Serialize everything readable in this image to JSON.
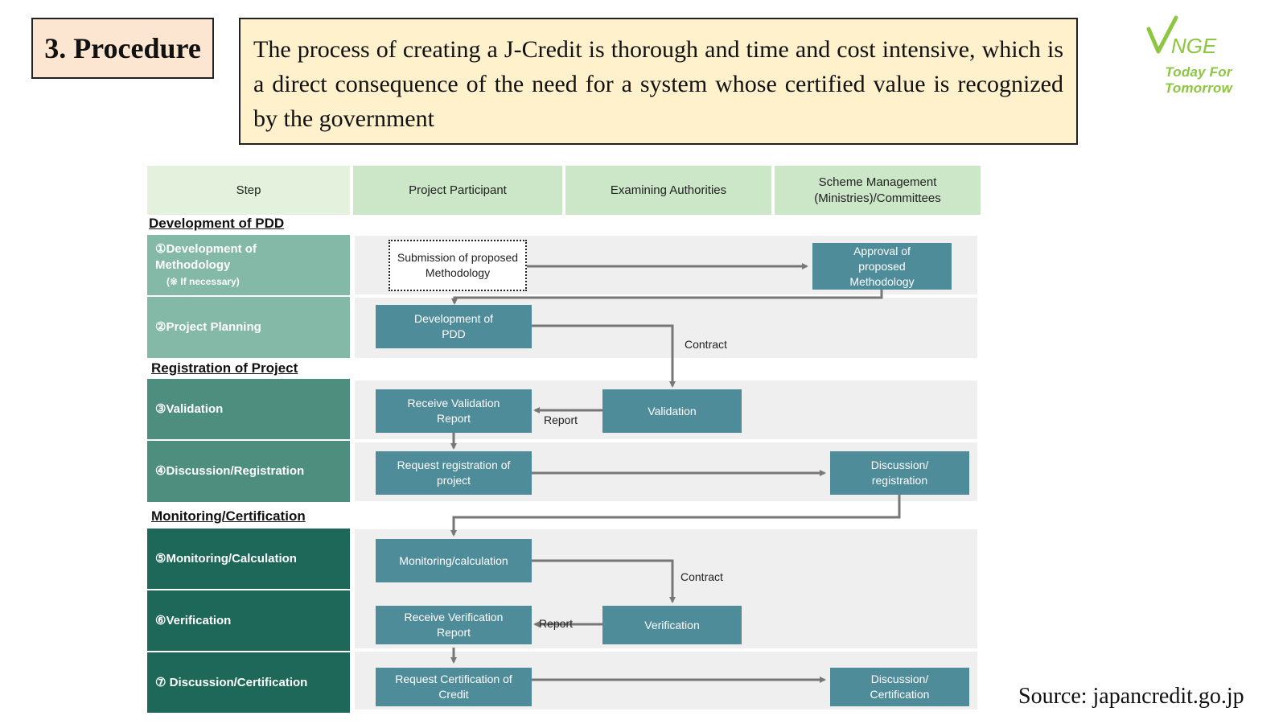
{
  "slide": {
    "title": "3. Procedure",
    "intro": "The process of creating a J-Credit is thorough and time and cost intensive, which is a direct consequence of the need for a system whose certified value is recognized by the government",
    "source": "Source: japancredit.go.jp"
  },
  "logo": {
    "wordmark": "VNGE",
    "tagline": "Today For Tomorrow",
    "color": "#8dc63f"
  },
  "table": {
    "headers": {
      "step": "Step",
      "participant": "Project Participant",
      "examining": "Examining Authorities",
      "scheme": "Scheme Management (Ministries)/Committees"
    },
    "sections": {
      "pdd": "Development of PDD",
      "registration": "Registration of Project",
      "monitoring": "Monitoring/Certification"
    },
    "steps": {
      "s1_title": "①Development of Methodology",
      "s1_note": "(※ If necessary)",
      "s2": "②Project Planning",
      "s3": "③Validation",
      "s4": "④Discussion/Registration",
      "s5": "⑤Monitoring/Calculation",
      "s6": "⑥Verification",
      "s7": "⑦ Discussion/Certification"
    },
    "colors": {
      "step_light": "#84b8a7",
      "step_mid": "#4e8e7e",
      "step_dark": "#1e6859",
      "process_box": "#4f8c9a",
      "lane_bg": "#efefef",
      "arrow": "#777777"
    }
  },
  "boxes": {
    "submission": "Submission of proposed Methodology",
    "approval": "Approval of proposed Methodology",
    "dev_pdd": "Development of PDD",
    "receive_val": "Receive Validation Report",
    "validation": "Validation",
    "request_reg": "Request registration of project",
    "discussion_reg": "Discussion/ registration",
    "monitoring_calc": "Monitoring/calculation",
    "receive_ver": "Receive Verification Report",
    "verification": "Verification",
    "request_cert": "Request Certification of Credit",
    "discussion_cert": "Discussion/ Certification"
  },
  "edge_labels": {
    "contract_1": "Contract",
    "report_1": "Report",
    "contract_2": "Contract",
    "report_2": "Report"
  }
}
